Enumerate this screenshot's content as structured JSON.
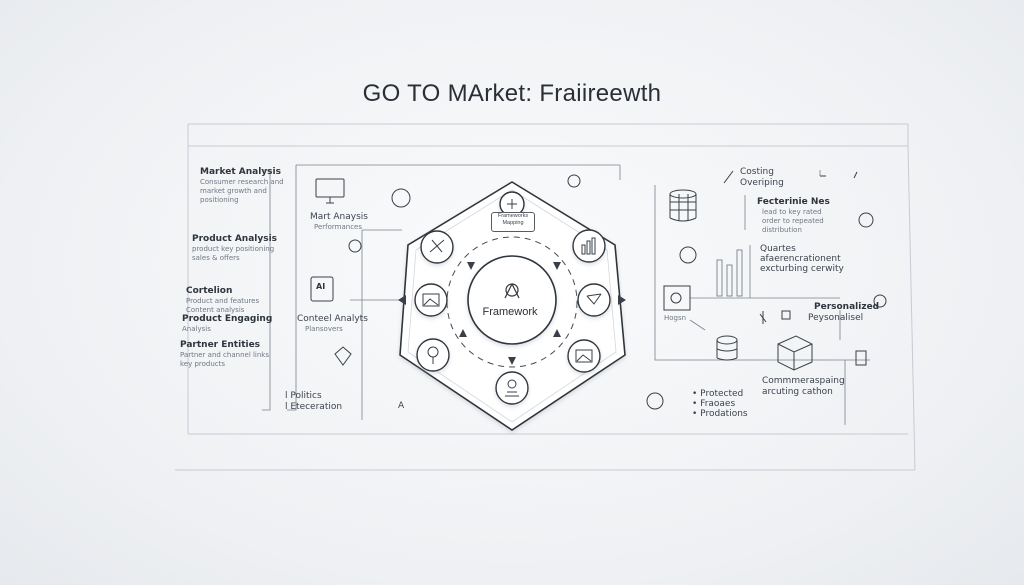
{
  "title": "GO TO MArket:  Fraiireewth",
  "center": {
    "label": "Framework",
    "badge": "Frameworks Mapping"
  },
  "left": {
    "market_analysis": {
      "heading": "Market Analysis",
      "lines": [
        "Consumer research and",
        "market growth and",
        "positioning"
      ]
    },
    "product_analysis": {
      "heading": "Product Analysis",
      "lines": [
        "product key positioning",
        "sales & offers"
      ]
    },
    "customer": {
      "heading": "Cortelion",
      "lines": [
        "Product and features",
        "Content analysis"
      ]
    },
    "product_engaging": {
      "heading": "Product Engaging",
      "lines": [
        "Analysis"
      ]
    },
    "partner": {
      "heading": "Partner Entities",
      "lines": [
        "Partner and channel links",
        "key products"
      ]
    },
    "policies": [
      "l Politics",
      "l Eteceration"
    ]
  },
  "mid_left": {
    "mark_analysis": {
      "heading": "Mart Anaysis",
      "sub": "Performances"
    },
    "channel": {
      "heading": "Conteel Analyts",
      "sub": "Plansovers"
    },
    "ai_icon": "AI"
  },
  "right": {
    "costing": [
      "Costing",
      "Overiping"
    ],
    "feature": {
      "heading": "Fecterinie Nes",
      "lines": [
        "lead to key rated",
        "order to repeated",
        "distribution"
      ]
    },
    "quarter": [
      "Quartes",
      "afaerencrationent",
      "excturbing cerwity"
    ],
    "hogs": "Hogsn",
    "personalized": [
      "Personalized",
      "Peysonalisel"
    ],
    "communicating": [
      "Commmeraspaing",
      "arcuting cathon"
    ],
    "protected": [
      "• Protected",
      "• Fraoaes",
      "• Prodations"
    ],
    "letter_a": "A"
  },
  "colors": {
    "line": "#5a616b",
    "icon": "#3a4048",
    "accent": "#2a2f36"
  }
}
